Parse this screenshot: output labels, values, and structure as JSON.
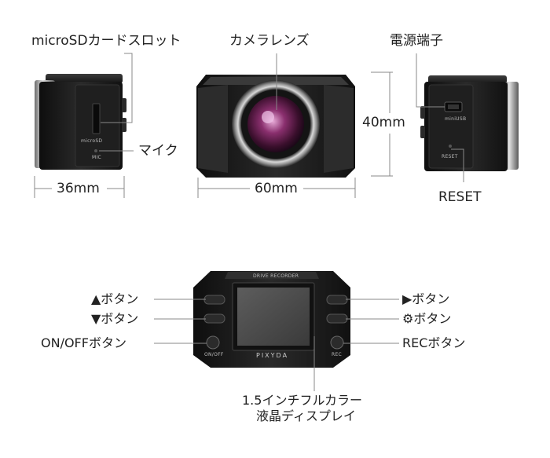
{
  "labels": {
    "microsd_slot": "microSDカードスロット",
    "camera_lens": "カメラレンズ",
    "power_terminal": "電源端子",
    "mic": "マイク",
    "height": "40mm",
    "depth": "36mm",
    "width": "60mm",
    "reset": "RESET",
    "up_button": "▲ボタン",
    "down_button": "▼ボタン",
    "onoff_button": "ON/OFFボタン",
    "right_button": "▶ボタン",
    "gear_button": "ボタン",
    "rec_button": "RECボタン",
    "display_line1": "1.5インチフルカラー",
    "display_line2": "液晶ディスプレイ"
  },
  "device_print": {
    "microsd": "microSD",
    "mic": "MIC",
    "miniusb": "miniUSB",
    "reset": "RESET",
    "drive_recorder": "DRIVE RECORDER",
    "brand": "PIXYDA",
    "onoff": "ON/OFF",
    "rec": "REC"
  },
  "colors": {
    "body": "#1b1b1b",
    "edge": "#3a3a3a",
    "lens": "#7b2f5a",
    "lines": "#888888"
  }
}
